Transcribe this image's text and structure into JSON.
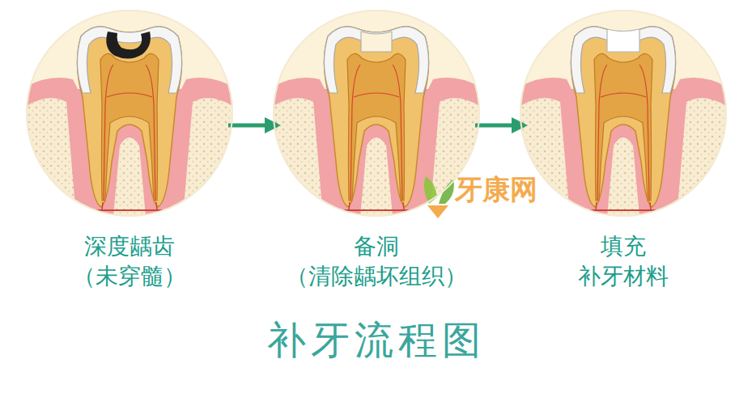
{
  "diagram": {
    "title": "补牙流程图",
    "nodes": [
      {
        "text": [
          "深度龋齿",
          "（未穿髓）"
        ]
      },
      {
        "text": [
          "备洞",
          "（清除龋坏组织）"
        ]
      },
      {
        "text": [
          "填充",
          "补牙材料"
        ]
      }
    ],
    "edges": [
      {
        "from": 0,
        "to": 1,
        "arrow": "to"
      },
      {
        "from": 1,
        "to": 2,
        "arrow": "to"
      }
    ],
    "labels": [
      "牙康网"
    ]
  }
}
